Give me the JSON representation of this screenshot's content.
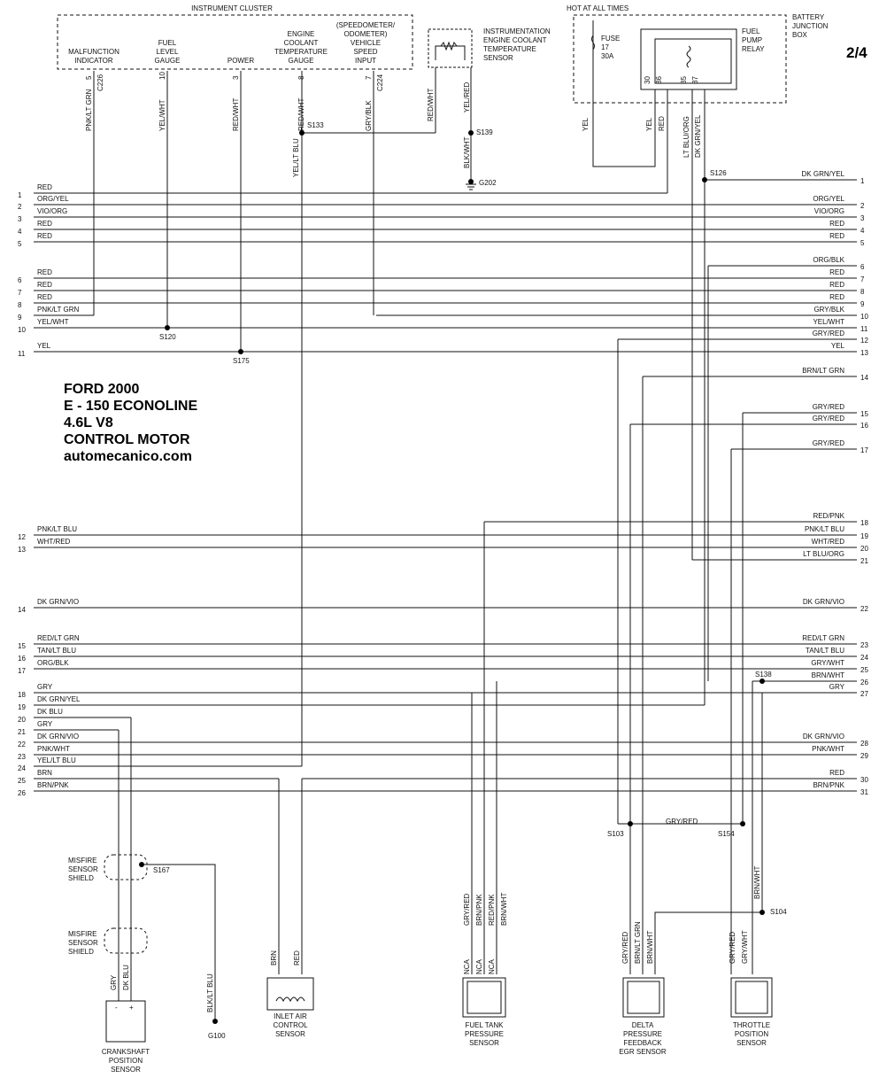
{
  "page": "2/4",
  "title_lines": [
    "FORD 2000",
    "E - 150 ECONOLINE",
    "4.6L V8",
    "CONTROL MOTOR",
    "automecanico.com"
  ],
  "top": {
    "instrument_cluster": "INSTRUMENT CLUSTER",
    "hot_at_all_times": "HOT AT ALL TIMES",
    "battery_junction_box": [
      "BATTERY",
      "JUNCTION",
      "BOX"
    ],
    "fuse": [
      "FUSE",
      "17",
      "30A"
    ],
    "relay": [
      "FUEL",
      "PUMP",
      "RELAY"
    ],
    "ect_sensor": [
      "INSTRUMENTATION",
      "ENGINE COOLANT",
      "TEMPERATURE",
      "SENSOR"
    ],
    "gauges": [
      {
        "label": [
          "MALFUNCTION",
          "INDICATOR"
        ],
        "pin": "5",
        "conn": "C226",
        "wire": "PNK/LT GRN"
      },
      {
        "label": [
          "FUEL",
          "LEVEL",
          "GAUGE"
        ],
        "pin": "10",
        "conn": "",
        "wire": "YEL/WHT"
      },
      {
        "label": [
          "POWER"
        ],
        "pin": "3",
        "conn": "",
        "wire": "RED/WHT"
      },
      {
        "label": [
          "ENGINE",
          "COOLANT",
          "TEMPERATURE",
          "GAUGE"
        ],
        "pin": "8",
        "conn": "",
        "wire": "RED/WHT"
      },
      {
        "label": [
          "(SPEEDOMETER/",
          "ODOMETER)",
          "VEHICLE",
          "SPEED",
          "INPUT"
        ],
        "pin": "7",
        "conn": "C224",
        "wire": "GRY/BLK"
      }
    ],
    "relay_pins": [
      "30",
      "86",
      "85",
      "87"
    ],
    "relay_wires": [
      "YEL",
      "YEL",
      "RED",
      "LT BLU/ORG",
      "DK GRN/YEL"
    ],
    "ect_wires": [
      "RED/WHT",
      "YEL/RED",
      "BLK/WHT"
    ],
    "misc_wires": [
      "YEL/LT BLU"
    ]
  },
  "splices": [
    "S133",
    "S139",
    "G202",
    "S126",
    "S120",
    "S175",
    "S138",
    "S103",
    "S154",
    "S104",
    "S167",
    "G100"
  ],
  "left_rows": [
    {
      "n": "1",
      "label": "RED"
    },
    {
      "n": "2",
      "label": "ORG/YEL"
    },
    {
      "n": "3",
      "label": "VIO/ORG"
    },
    {
      "n": "4",
      "label": "RED"
    },
    {
      "n": "5",
      "label": "RED"
    },
    {
      "n": "6",
      "label": "RED"
    },
    {
      "n": "7",
      "label": "RED"
    },
    {
      "n": "8",
      "label": "RED"
    },
    {
      "n": "9",
      "label": "PNK/LT GRN"
    },
    {
      "n": "10",
      "label": "YEL/WHT"
    },
    {
      "n": "11",
      "label": "YEL"
    },
    {
      "n": "12",
      "label": "PNK/LT BLU"
    },
    {
      "n": "13",
      "label": "WHT/RED"
    },
    {
      "n": "14",
      "label": "DK GRN/VIO"
    },
    {
      "n": "15",
      "label": "RED/LT GRN"
    },
    {
      "n": "16",
      "label": "TAN/LT BLU"
    },
    {
      "n": "17",
      "label": "ORG/BLK"
    },
    {
      "n": "18",
      "label": "GRY"
    },
    {
      "n": "19",
      "label": "DK GRN/YEL"
    },
    {
      "n": "20",
      "label": "DK BLU"
    },
    {
      "n": "21",
      "label": "GRY"
    },
    {
      "n": "22",
      "label": "DK GRN/VIO"
    },
    {
      "n": "23",
      "label": "PNK/WHT"
    },
    {
      "n": "24",
      "label": "YEL/LT BLU"
    },
    {
      "n": "25",
      "label": "BRN"
    },
    {
      "n": "26",
      "label": "BRN/PNK"
    }
  ],
  "right_rows": [
    {
      "n": "1",
      "label": "DK GRN/YEL"
    },
    {
      "n": "2",
      "label": "ORG/YEL"
    },
    {
      "n": "3",
      "label": "VIO/ORG"
    },
    {
      "n": "4",
      "label": "RED"
    },
    {
      "n": "5",
      "label": "RED"
    },
    {
      "n": "6",
      "label": "ORG/BLK"
    },
    {
      "n": "7",
      "label": "RED"
    },
    {
      "n": "8",
      "label": "RED"
    },
    {
      "n": "9",
      "label": "RED"
    },
    {
      "n": "10",
      "label": "GRY/BLK"
    },
    {
      "n": "11",
      "label": "YEL/WHT"
    },
    {
      "n": "12",
      "label": "GRY/RED"
    },
    {
      "n": "13",
      "label": "YEL"
    },
    {
      "n": "14",
      "label": "BRN/LT GRN"
    },
    {
      "n": "15",
      "label": "GRY/RED"
    },
    {
      "n": "16",
      "label": "GRY/RED"
    },
    {
      "n": "17",
      "label": "GRY/RED"
    },
    {
      "n": "18",
      "label": "RED/PNK"
    },
    {
      "n": "19",
      "label": "PNK/LT BLU"
    },
    {
      "n": "20",
      "label": "WHT/RED"
    },
    {
      "n": "21",
      "label": "LT BLU/ORG"
    },
    {
      "n": "22",
      "label": "DK GRN/VIO"
    },
    {
      "n": "23",
      "label": "RED/LT GRN"
    },
    {
      "n": "24",
      "label": "TAN/LT BLU"
    },
    {
      "n": "25",
      "label": "GRY/WHT"
    },
    {
      "n": "26",
      "label": "BRN/WHT"
    },
    {
      "n": "27",
      "label": "GRY"
    },
    {
      "n": "28",
      "label": "DK GRN/VIO"
    },
    {
      "n": "29",
      "label": "PNK/WHT"
    },
    {
      "n": "30",
      "label": "RED"
    },
    {
      "n": "31",
      "label": "BRN/PNK"
    }
  ],
  "bottom": {
    "misfire_label": [
      "MISFIRE",
      "SENSOR",
      "SHIELD"
    ],
    "ckp": {
      "label": [
        "CRANKSHAFT",
        "POSITION",
        "SENSOR"
      ],
      "wires": [
        "GRY",
        "DK BLU"
      ],
      "pins": [
        "-",
        "+"
      ]
    },
    "g100_wire": "BLK/LT BLU",
    "iac": {
      "label": [
        "INLET AIR",
        "CONTROL",
        "SENSOR"
      ],
      "wires": [
        "BRN",
        "RED"
      ]
    },
    "ftp": {
      "label": [
        "FUEL TANK",
        "PRESSURE",
        "SENSOR"
      ],
      "wires": [
        "GRY/RED",
        "BRN/PNK",
        "RED/PNK",
        "BRN/WHT"
      ],
      "pins": [
        "NCA",
        "NCA",
        "NCA"
      ]
    },
    "dpfe": {
      "label": [
        "DELTA",
        "PRESSURE",
        "FEEDBACK",
        "EGR SENSOR"
      ],
      "wires": [
        "GRY/RED",
        "BRN/LT GRN",
        "BRN/WHT"
      ]
    },
    "tps": {
      "label": [
        "THROTTLE",
        "POSITION",
        "SENSOR"
      ],
      "wires": [
        "GRY/RED",
        "GRY/WHT",
        "BRN/WHT"
      ]
    },
    "gryred_link": "GRY/RED"
  }
}
